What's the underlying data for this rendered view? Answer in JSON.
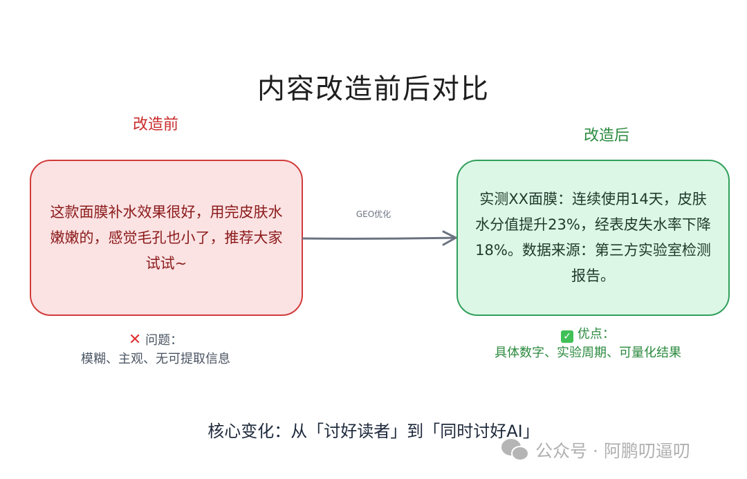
{
  "title": "内容改造前后对比",
  "before": {
    "label": "改造前",
    "text": "这款面膜补水效果很好，用完皮肤水嫩嫩的，感觉毛孔也小了，推荐大家试试~",
    "note_icon": "cross-mark-icon",
    "note_title": "问题：",
    "note_text": "模糊、主观、无可提取信息",
    "color": "#c92a2a"
  },
  "arrow": {
    "label": "GEO优化"
  },
  "after": {
    "label": "改造后",
    "text": "实测XX面膜：连续使用14天，皮肤水分值提升23%，经表皮失水率下降18%。数据来源：第三方实验室检测报告。",
    "note_icon": "check-mark-icon",
    "note_title": "优点：",
    "note_text": "具体数字、实验周期、可量化结果",
    "color": "#2b8a3e"
  },
  "bottom_text": "核心变化：从「讨好读者」到「同时讨好AI」",
  "watermark": {
    "icon": "wechat-icon",
    "text": "公众号 · 阿鹏叨逼叨"
  }
}
